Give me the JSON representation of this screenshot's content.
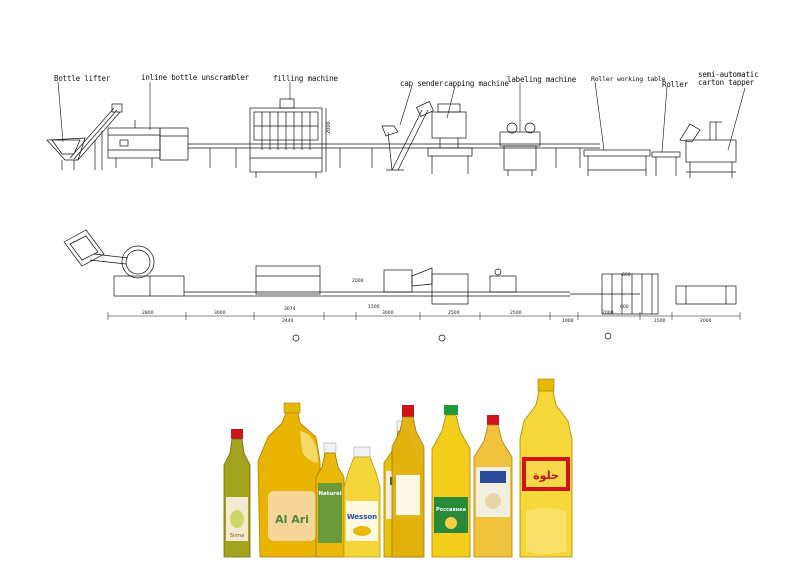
{
  "diagram": {
    "labels": {
      "bottle_lifter": "Bottle lifter",
      "unscrambler": "inline bottle unscrambler",
      "filling": "filling machine",
      "cap_sender": "cap sender",
      "capping": "capping machine",
      "labeling": "labeling machine",
      "roller_table": "Roller working table",
      "roller": "Roller",
      "tapper_line1": "semi-automatic",
      "tapper_line2": "carton tapper"
    },
    "height_dim": "2000",
    "plan_dims": {
      "d1": "2800",
      "d2": "3000",
      "d3": "2440",
      "d4": "3074",
      "d5": "2000",
      "d6": "1500",
      "d7": "3000",
      "d8": "2500",
      "d9": "2500",
      "d10": "1000",
      "d11": "2000",
      "d12": "600",
      "d13": "1500",
      "d14": "2000",
      "d15": "600"
    }
  },
  "bottles": [
    {
      "label": "Sirma",
      "cap": "#c8141a",
      "liquid": "#a3a320"
    },
    {
      "label": "Al Ari",
      "cap": "#e6b800",
      "liquid": "#e8b400"
    },
    {
      "label": "Naturel",
      "cap": "#f2f2f2",
      "liquid": "#e9b80a"
    },
    {
      "label": "Wesson",
      "cap": "#f2f2f2",
      "liquid": "#f5d63a"
    },
    {
      "label": "",
      "cap": "#f2f2f2",
      "liquid": "#e8c010"
    },
    {
      "label": "",
      "cap": "#d0131b",
      "liquid": "#e2b10c"
    },
    {
      "label": "Россиянка",
      "cap": "#1d9a3c",
      "liquid": "#f3cf1b"
    },
    {
      "label": "",
      "cap": "#d0131b",
      "liquid": "#efc43c"
    },
    {
      "label": "حلوة",
      "cap": "#e6b800",
      "liquid": "#f5d73a"
    }
  ]
}
